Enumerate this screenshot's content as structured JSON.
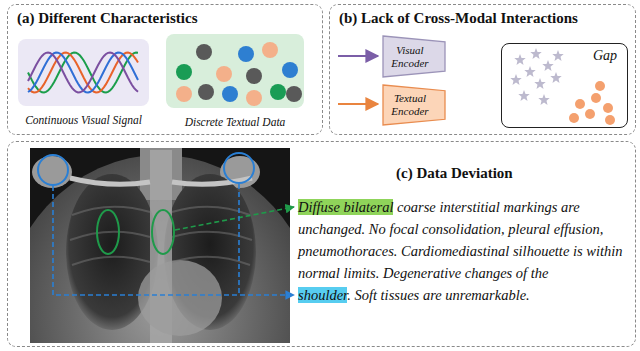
{
  "diagram": {
    "nodes": [
      {
        "text": [
          "(a) Different Characteristics"
        ]
      },
      {
        "text": [
          "Continuous Visual Signal"
        ],
        "in": 0
      },
      {
        "text": [
          "Discrete Textual Data"
        ],
        "in": 0
      },
      {
        "text": [
          "(b) Lack of Cross-Modal Interactions"
        ]
      },
      {
        "text": [
          "Visual Encoder"
        ],
        "in": 3
      },
      {
        "text": [
          "Textual Encoder"
        ],
        "in": 3
      },
      {
        "text": [
          "Gap"
        ],
        "in": 3
      },
      {
        "text": [
          "(c) Data Deviation"
        ]
      },
      {
        "text": [
          "Diffuse bilateral",
          "coarse interstitial markings are unchanged. No focal consolidation, pleural effusion, pneumothoraces. Cardiomediastinal silhouette is within normal limits. Degenerative changes of the",
          "shoulder",
          ". Soft tissues are unremarkable."
        ],
        "in": 7
      }
    ]
  }
}
